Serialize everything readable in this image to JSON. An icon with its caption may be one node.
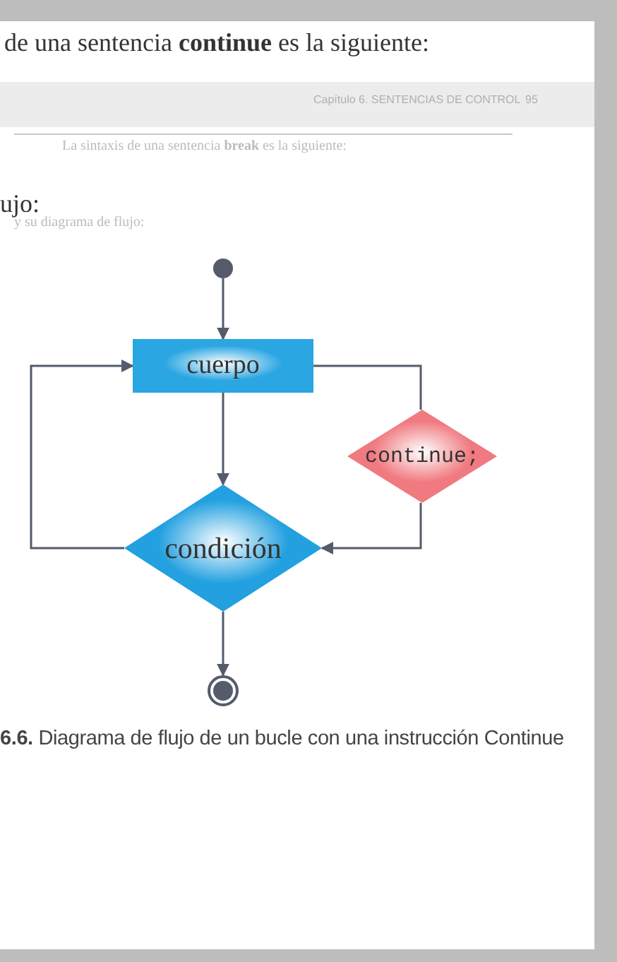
{
  "diagram": {
    "caption": "**6.6.** Diagrama de flujo de un bucle con una instrucción Continue",
    "nodes": [
      {
        "text": [],
        "shape": "circle"
      },
      {
        "text": [
          "cuerpo"
        ]
      },
      {
        "text": [
          "continue;"
        ]
      },
      {
        "text": [
          "condición"
        ]
      },
      {
        "text": [],
        "shape": "circle"
      }
    ],
    "edges": [
      {
        "from": 0,
        "to": 1,
        "arrow": "to"
      },
      {
        "from": 1,
        "to": 3,
        "arrow": "to"
      },
      {
        "from": 1,
        "to": 2,
        "arrow": "none"
      },
      {
        "from": 2,
        "to": 3,
        "arrow": "to"
      },
      {
        "from": 3,
        "to": 1,
        "arrow": "to"
      },
      {
        "from": 3,
        "to": 4,
        "arrow": "to"
      }
    ],
    "labels": [
      "de una sentencia **continue** es la siguiente:",
      "Capítulo 6. SENTENCIAS DE CONTROL",
      "95",
      "La sintaxis de una sentencia **break** es la siguiente:",
      "ujo:",
      "y su diagrama de flujo:"
    ]
  }
}
